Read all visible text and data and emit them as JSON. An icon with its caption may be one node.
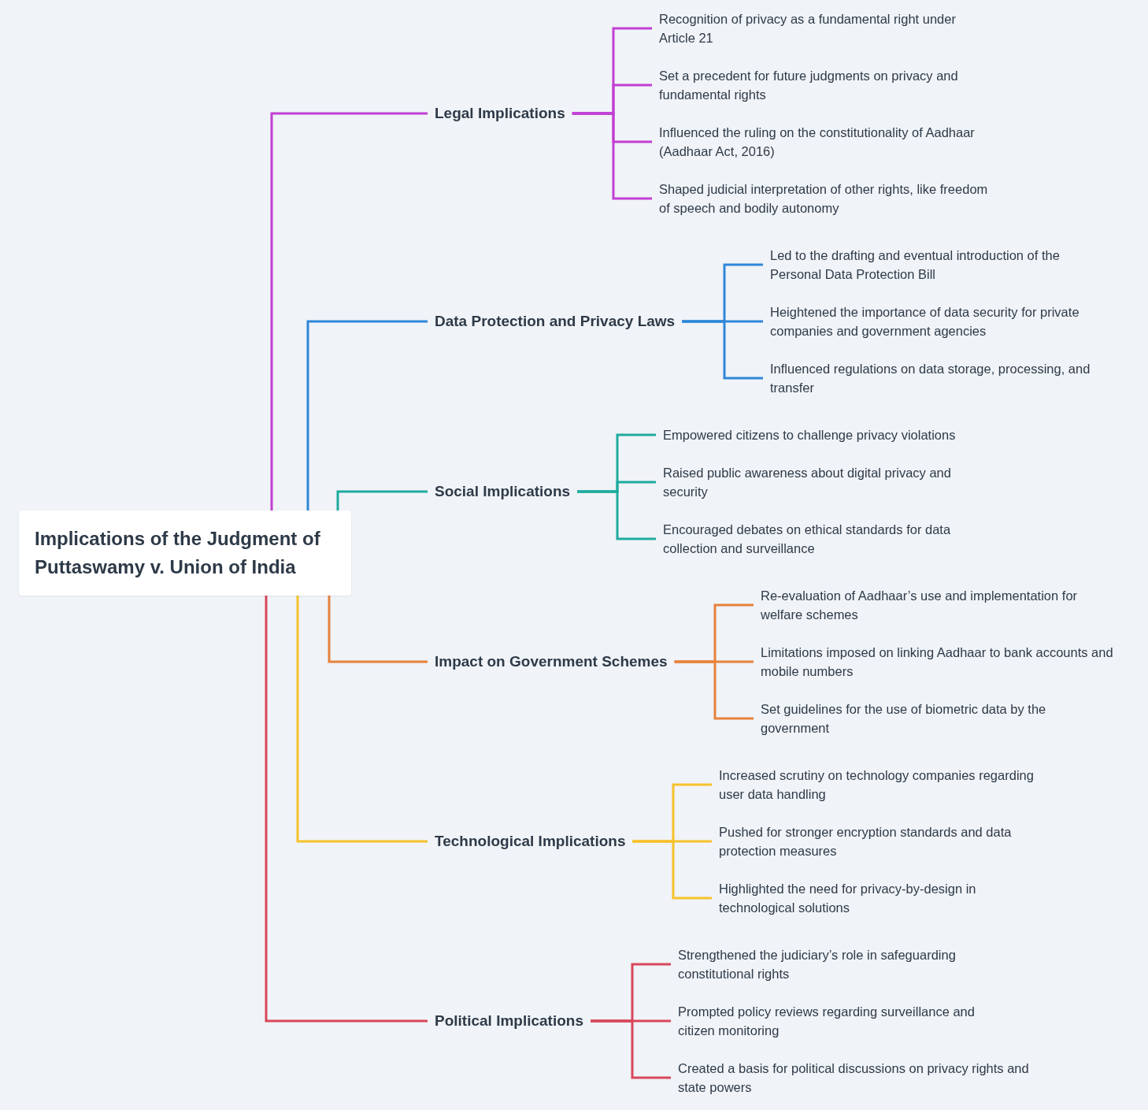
{
  "diagram": {
    "nodes": [
      {
        "text": [
          "Implications of the Judgment of Puttaswamy v. Union of India"
        ]
      },
      {
        "text": [
          "Legal Implications"
        ]
      },
      {
        "text": [
          "Recognition of privacy as a fundamental right under Article 21"
        ]
      },
      {
        "text": [
          "Set a precedent for future judgments on privacy and fundamental rights"
        ]
      },
      {
        "text": [
          "Influenced the ruling on the constitutionality of Aadhaar (Aadhaar Act, 2016)"
        ]
      },
      {
        "text": [
          "Shaped judicial interpretation of other rights, like freedom of speech and bodily autonomy"
        ]
      },
      {
        "text": [
          "Data Protection and Privacy Laws"
        ]
      },
      {
        "text": [
          "Led to the drafting and eventual introduction of the Personal Data Protection Bill"
        ]
      },
      {
        "text": [
          "Heightened the importance of data security for private companies and government agencies"
        ]
      },
      {
        "text": [
          "Influenced regulations on data storage, processing, and transfer"
        ]
      },
      {
        "text": [
          "Social Implications"
        ]
      },
      {
        "text": [
          "Empowered citizens to challenge privacy violations"
        ]
      },
      {
        "text": [
          "Raised public awareness about digital privacy and security"
        ]
      },
      {
        "text": [
          "Encouraged debates on ethical standards for data collection and surveillance"
        ]
      },
      {
        "text": [
          "Impact on Government Schemes"
        ]
      },
      {
        "text": [
          "Re-evaluation of Aadhaar’s use and implementation for welfare schemes"
        ]
      },
      {
        "text": [
          "Limitations imposed on linking Aadhaar to bank accounts and mobile numbers"
        ]
      },
      {
        "text": [
          "Set guidelines for the use of biometric data by the government"
        ]
      },
      {
        "text": [
          "Technological Implications"
        ]
      },
      {
        "text": [
          "Increased scrutiny on technology companies regarding user data handling"
        ]
      },
      {
        "text": [
          "Pushed for stronger encryption standards and data protection measures"
        ]
      },
      {
        "text": [
          "Highlighted the need for privacy-by-design in technological solutions"
        ]
      },
      {
        "text": [
          "Political Implications"
        ]
      },
      {
        "text": [
          "Strengthened the judiciary’s role in safeguarding constitutional rights"
        ]
      },
      {
        "text": [
          "Prompted policy reviews regarding surveillance and citizen monitoring"
        ]
      },
      {
        "text": [
          "Created a basis for political discussions on privacy rights and state powers"
        ]
      }
    ],
    "edges": [
      {
        "from": 0,
        "to": 1,
        "arrow": "none",
        "color": "#c13fd3"
      },
      {
        "from": 1,
        "to": 2,
        "arrow": "none",
        "color": "#c13fd3"
      },
      {
        "from": 1,
        "to": 3,
        "arrow": "none",
        "color": "#c13fd3"
      },
      {
        "from": 1,
        "to": 4,
        "arrow": "none",
        "color": "#c13fd3"
      },
      {
        "from": 1,
        "to": 5,
        "arrow": "none",
        "color": "#c13fd3"
      },
      {
        "from": 0,
        "to": 6,
        "arrow": "none",
        "color": "#2f87d8"
      },
      {
        "from": 6,
        "to": 7,
        "arrow": "none",
        "color": "#2f87d8"
      },
      {
        "from": 6,
        "to": 8,
        "arrow": "none",
        "color": "#2f87d8"
      },
      {
        "from": 6,
        "to": 9,
        "arrow": "none",
        "color": "#2f87d8"
      },
      {
        "from": 0,
        "to": 10,
        "arrow": "none",
        "color": "#1eab9e"
      },
      {
        "from": 10,
        "to": 11,
        "arrow": "none",
        "color": "#1eab9e"
      },
      {
        "from": 10,
        "to": 12,
        "arrow": "none",
        "color": "#1eab9e"
      },
      {
        "from": 10,
        "to": 13,
        "arrow": "none",
        "color": "#1eab9e"
      },
      {
        "from": 0,
        "to": 14,
        "arrow": "none",
        "color": "#e6823c"
      },
      {
        "from": 14,
        "to": 15,
        "arrow": "none",
        "color": "#e6823c"
      },
      {
        "from": 14,
        "to": 16,
        "arrow": "none",
        "color": "#e6823c"
      },
      {
        "from": 14,
        "to": 17,
        "arrow": "none",
        "color": "#e6823c"
      },
      {
        "from": 0,
        "to": 18,
        "arrow": "none",
        "color": "#f6c22c"
      },
      {
        "from": 18,
        "to": 19,
        "arrow": "none",
        "color": "#f6c22c"
      },
      {
        "from": 18,
        "to": 20,
        "arrow": "none",
        "color": "#f6c22c"
      },
      {
        "from": 18,
        "to": 21,
        "arrow": "none",
        "color": "#f6c22c"
      },
      {
        "from": 0,
        "to": 22,
        "arrow": "none",
        "color": "#d9475b"
      },
      {
        "from": 22,
        "to": 23,
        "arrow": "none",
        "color": "#d9475b"
      },
      {
        "from": 22,
        "to": 24,
        "arrow": "none",
        "color": "#d9475b"
      },
      {
        "from": 22,
        "to": 25,
        "arrow": "none",
        "color": "#d9475b"
      }
    ]
  }
}
